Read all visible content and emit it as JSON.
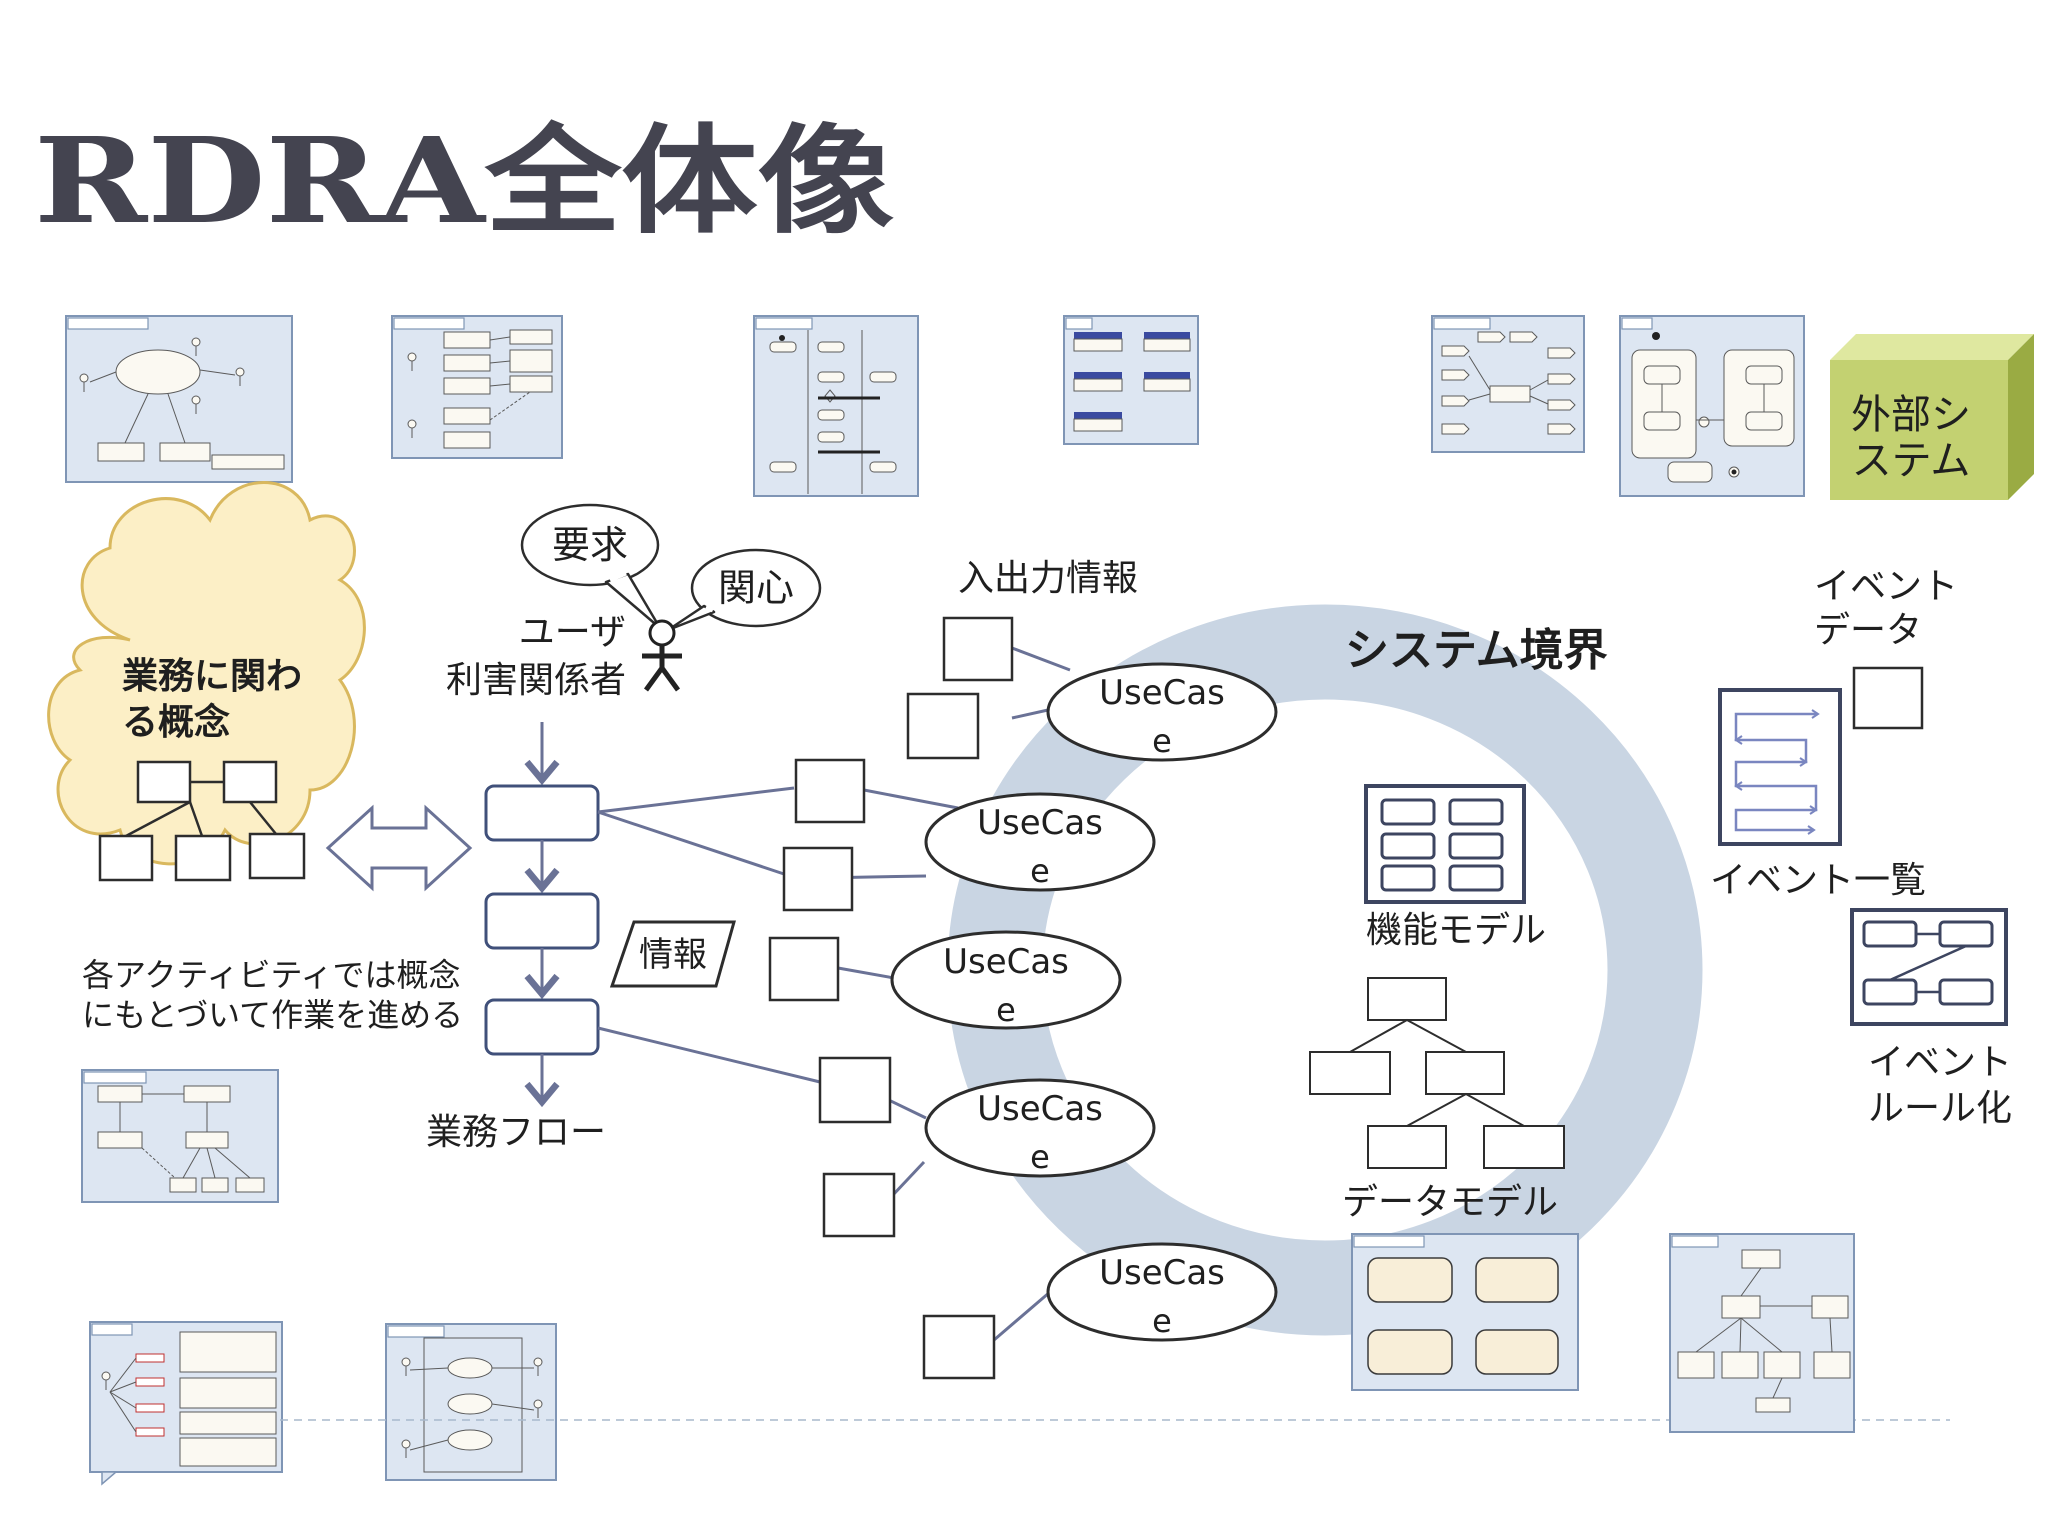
{
  "title": "RDRA全体像",
  "concept_cloud": {
    "label": "業務に関わる概念",
    "line1": "業務に関わ",
    "line2": "る概念"
  },
  "concept_note": {
    "line1": "各アクティビティでは概念",
    "line2": "にもとづいて作業を進める"
  },
  "bubbles": {
    "youkyu": "要求",
    "kanshin": "関心"
  },
  "actor": {
    "line1": "ユーザ",
    "line2": "利害関係者"
  },
  "io_info": "入出力情報",
  "info_label": "情報",
  "business_flow": "業務フロー",
  "system_boundary": "システム境界",
  "usecases": [
    {
      "line1": "UseCas",
      "line2": "e"
    },
    {
      "line1": "UseCas",
      "line2": "e"
    },
    {
      "line1": "UseCas",
      "line2": "e"
    },
    {
      "line1": "UseCas",
      "line2": "e"
    },
    {
      "line1": "UseCas",
      "line2": "e"
    }
  ],
  "function_model": "機能モデル",
  "data_model": "データモデル",
  "external_system": {
    "line1": "外部シ",
    "line2": "ステム"
  },
  "event_data": {
    "line1": "イベント",
    "line2": "データ"
  },
  "event_list": "イベント一覧",
  "event_rule": {
    "line1": "イベント",
    "line2": "ルール化"
  },
  "colors": {
    "title": "#444450",
    "boundary": "#c9d5e3",
    "cloud_fill": "#fcefc6",
    "cloud_stroke": "#d9b85e",
    "external_front": "#c3d171",
    "connector": "#6a7296",
    "thumbnail_bg": "#dde6f2"
  },
  "icons": [
    "stick-figure-icon",
    "double-arrow-icon",
    "document-icon",
    "cube-icon"
  ]
}
